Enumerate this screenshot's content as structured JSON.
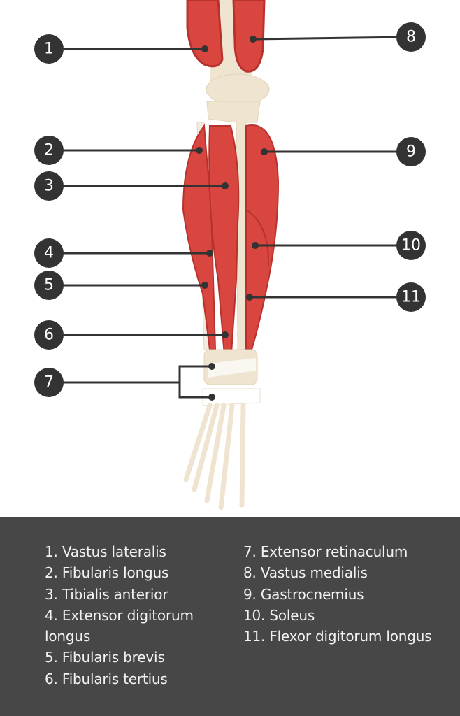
{
  "diagram": {
    "colors": {
      "muscle": "#d9463f",
      "muscle_dark": "#b8322d",
      "bone": "#efe4cf",
      "badge": "#333333",
      "legend_bg": "#474747"
    },
    "markers": [
      {
        "number": "1",
        "side": "left"
      },
      {
        "number": "2",
        "side": "left"
      },
      {
        "number": "3",
        "side": "left"
      },
      {
        "number": "4",
        "side": "left"
      },
      {
        "number": "5",
        "side": "left"
      },
      {
        "number": "6",
        "side": "left"
      },
      {
        "number": "7",
        "side": "left"
      },
      {
        "number": "8",
        "side": "right"
      },
      {
        "number": "9",
        "side": "right"
      },
      {
        "number": "10",
        "side": "right"
      },
      {
        "number": "11",
        "side": "right"
      }
    ]
  },
  "legend": {
    "column1": [
      "1. Vastus lateralis",
      "2. Fibularis longus",
      "3. Tibialis anterior",
      "4. Extensor digitorum longus",
      "5. Fibularis brevis",
      "6. Fibularis tertius"
    ],
    "column2": [
      "7. Extensor retinaculum",
      "8. Vastus medialis",
      "9. Gastrocnemius",
      "10. Soleus",
      "11. Flexor digitorum longus"
    ]
  }
}
